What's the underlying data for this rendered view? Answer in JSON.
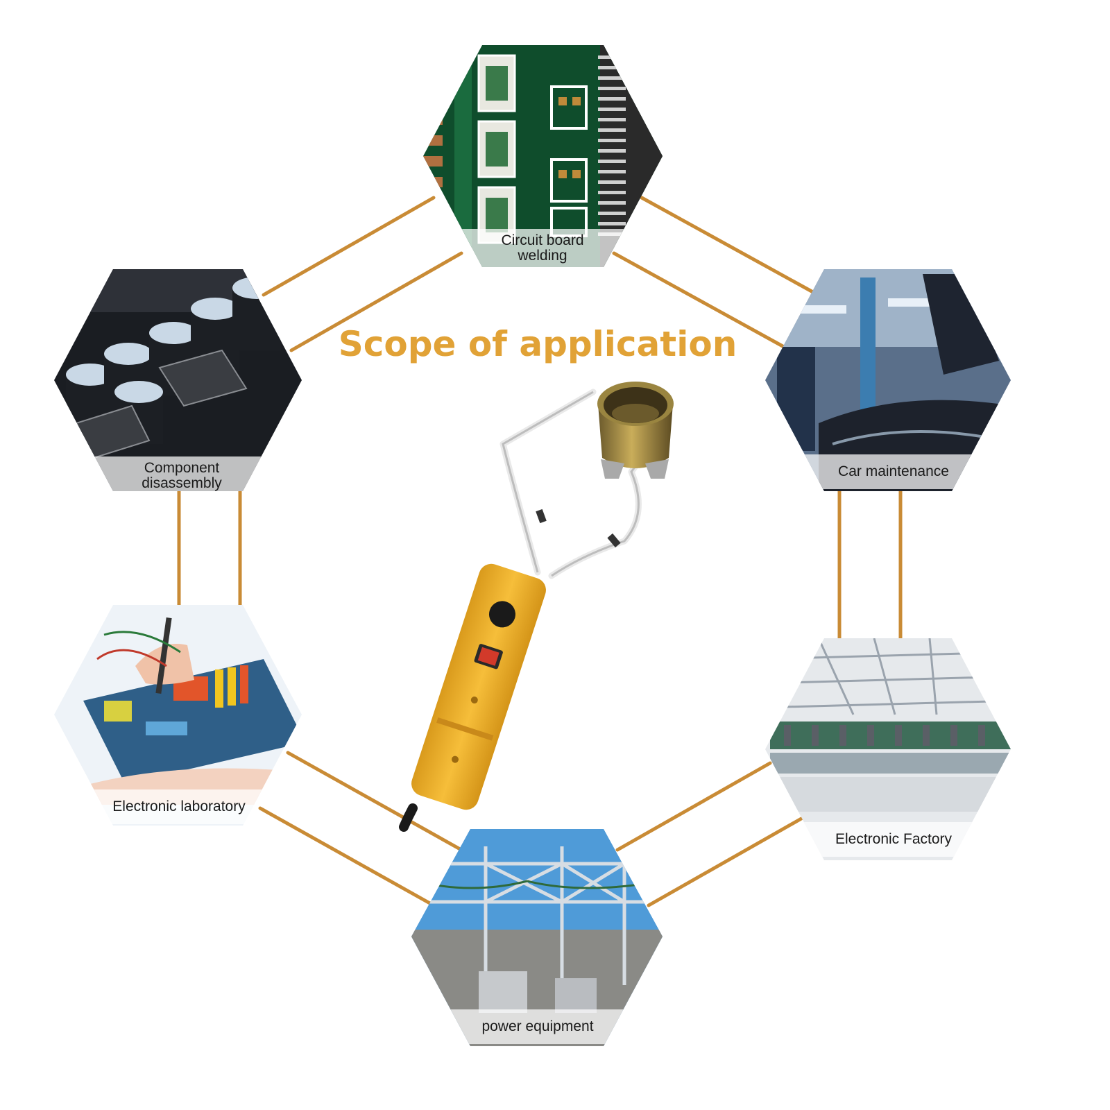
{
  "title": "Scope of application",
  "colors": {
    "accent": "#E1A236",
    "connector": "#C98B35",
    "tool_body": "#F2B32D"
  },
  "applications": [
    {
      "id": "circuit-board-welding",
      "label_lines": [
        "Circuit board",
        "welding"
      ],
      "scene": "pcb-green"
    },
    {
      "id": "car-maintenance",
      "label_lines": [
        "Car maintenance"
      ],
      "scene": "garage"
    },
    {
      "id": "electronic-factory",
      "label_lines": [
        "Electronic Factory"
      ],
      "scene": "factory-hall"
    },
    {
      "id": "power-equipment",
      "label_lines": [
        "power equipment"
      ],
      "scene": "substation"
    },
    {
      "id": "electronic-laboratory",
      "label_lines": [
        "Electronic laboratory"
      ],
      "scene": "lab-bench"
    },
    {
      "id": "component-disassembly",
      "label_lines": [
        "Component",
        "disassembly"
      ],
      "scene": "capacitors"
    }
  ],
  "product": {
    "name": "desoldering-pot-tool"
  }
}
